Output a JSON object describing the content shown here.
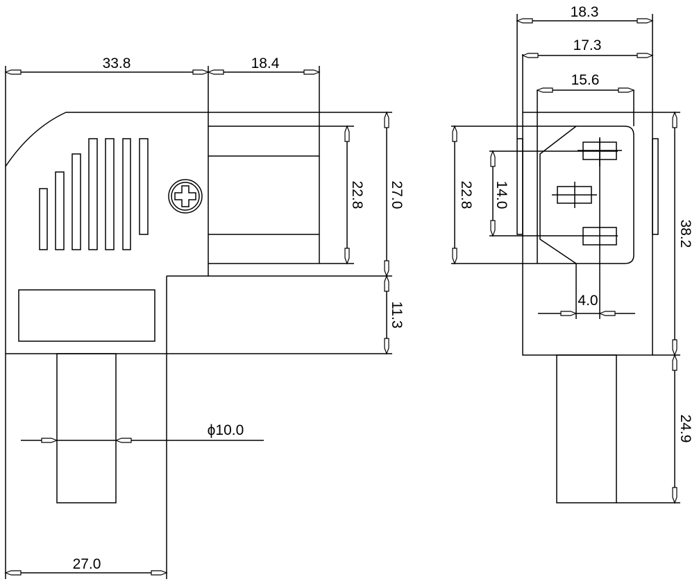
{
  "title": "Right-angle IEC connector dimension drawing",
  "side_view": {
    "dims": {
      "body_length": "33.8",
      "socket_depth": "18.4",
      "socket_inner_height": "22.8",
      "socket_outer_height": "27.0",
      "lower_height": "11.3",
      "cord_diameter": "ϕ10.0",
      "bottom_width": "27.0"
    }
  },
  "front_view": {
    "dims": {
      "outer_width": "18.3",
      "body_width": "17.3",
      "socket_width": "15.6",
      "socket_height": "22.8",
      "pin_spacing_vertical": "14.0",
      "pin_offset": "4.0",
      "total_height": "38.2",
      "cord_length": "24.9"
    }
  }
}
